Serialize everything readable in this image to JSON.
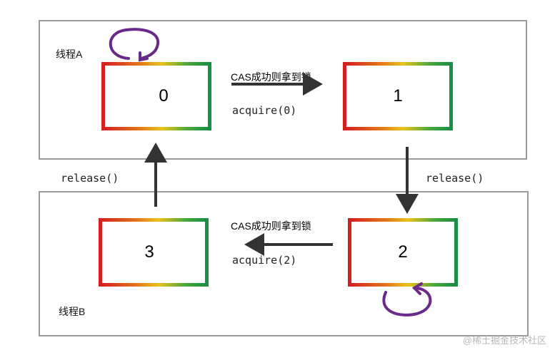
{
  "thread_a": {
    "label": "线程A"
  },
  "thread_b": {
    "label": "线程B"
  },
  "states": {
    "s0": "0",
    "s1": "1",
    "s2": "2",
    "s3": "3"
  },
  "top_transition": {
    "cas": "CAS成功则拿到锁",
    "call": "acquire(0)"
  },
  "bottom_transition": {
    "cas": "CAS成功则拿到锁",
    "call": "acquire(2)"
  },
  "release_left": "release()",
  "release_right": "release()",
  "watermark": "@稀土掘金技术社区",
  "colors": {
    "panel_border": "#9a9a9a",
    "arrow": "#333333",
    "loop": "#6a2a8a",
    "box_gradient": [
      "#d42020",
      "#e9c31c",
      "#1a8f45"
    ]
  }
}
